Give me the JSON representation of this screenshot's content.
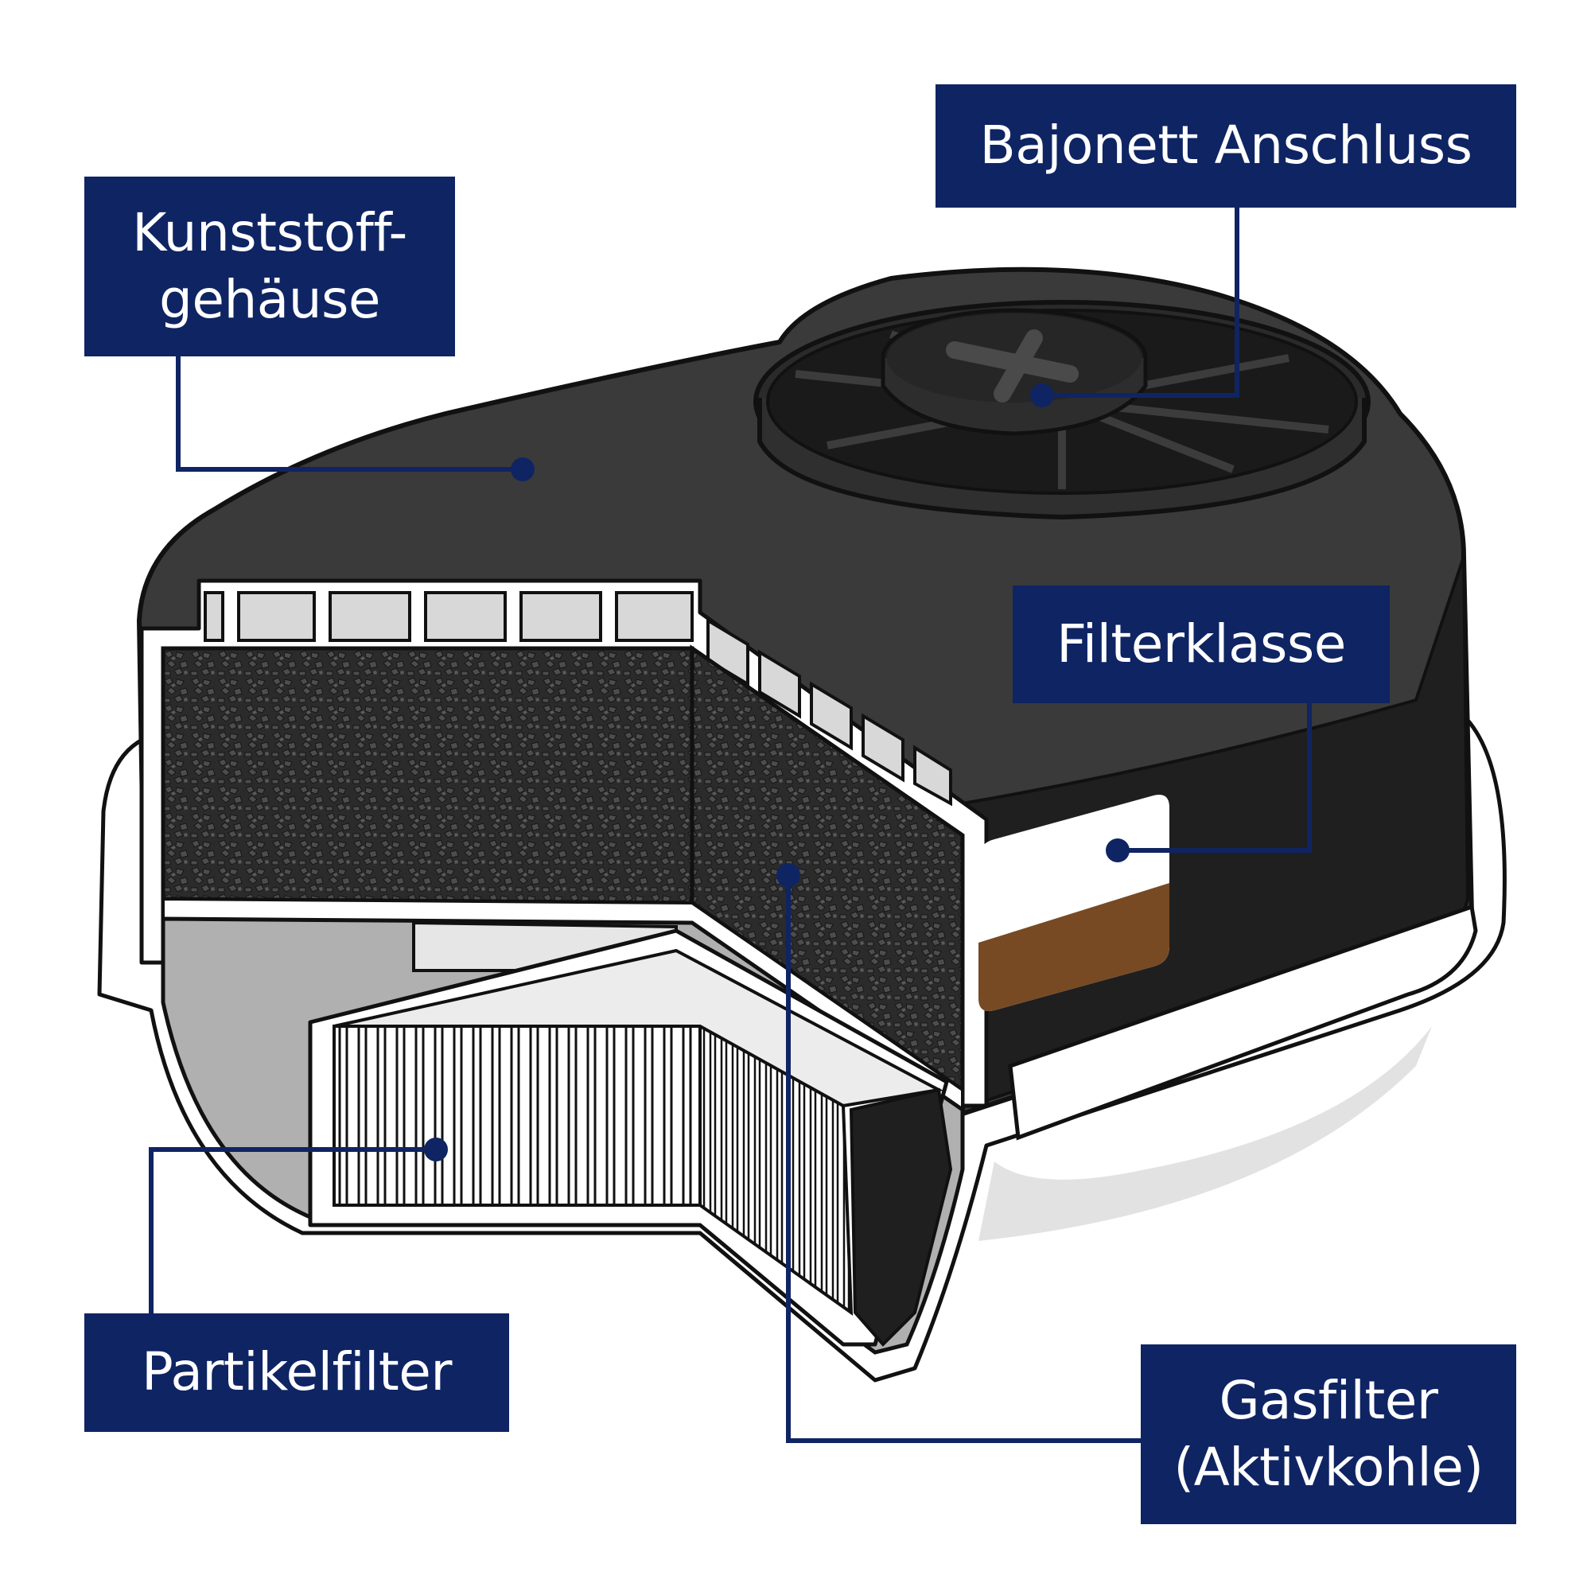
{
  "colors": {
    "label_bg": "#0f2463",
    "label_text": "#ffffff",
    "leader_line": "#0f2463",
    "housing_dark": "#3a3a3a",
    "housing_black": "#1c1c1c",
    "shell_white": "#ffffff",
    "carbon": "#2a2a2a",
    "filter_class_brown": "#774a24"
  },
  "labels": {
    "kunststoffgehaeuse": {
      "line1": "Kunststoff-",
      "line2": "gehäuse"
    },
    "bajonett": "Bajonett Anschluss",
    "filterklasse": "Filterklasse",
    "partikelfilter": "Partikelfilter",
    "gasfilter": {
      "line1": "Gasfilter",
      "line2": "(Aktivkohle)"
    }
  }
}
